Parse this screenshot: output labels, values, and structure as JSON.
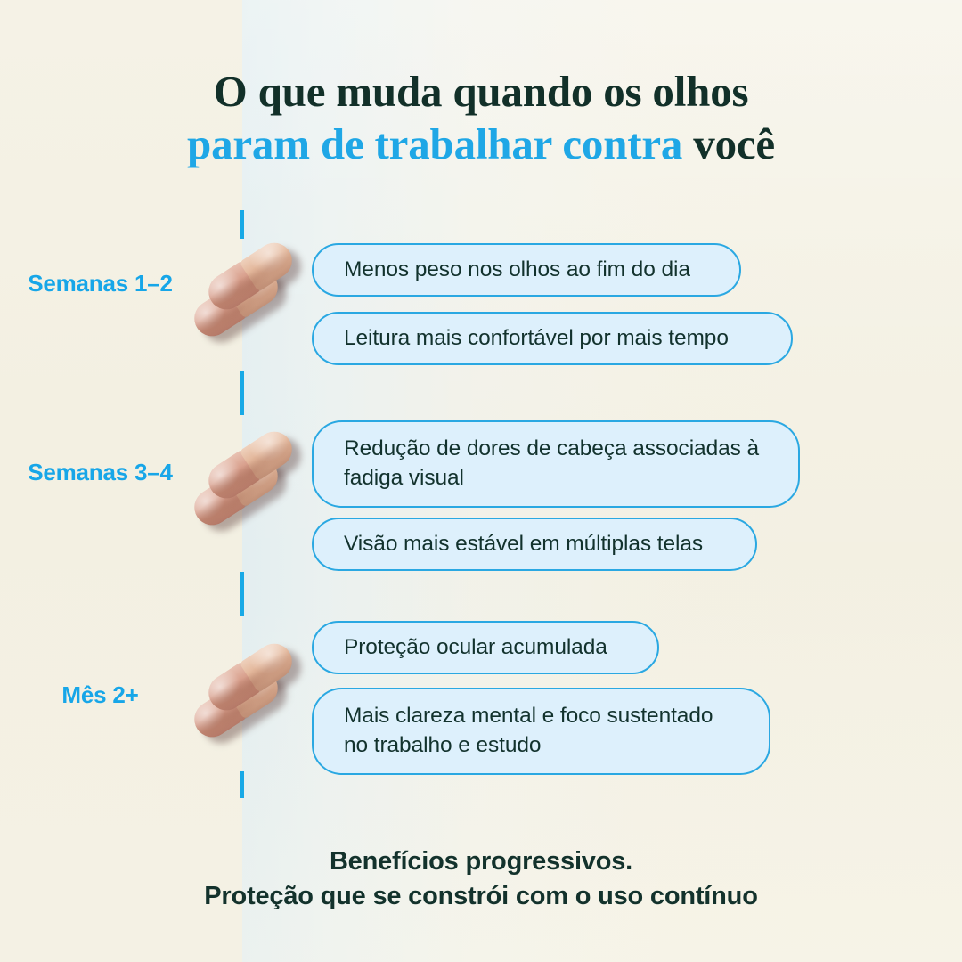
{
  "theme": {
    "background": "#f4f1e3",
    "panel": "#e6eff1",
    "accent_blue": "#19a9e6",
    "chip_fill": "#ddf0fc",
    "chip_border": "#2aa8e2",
    "text_dark": "#12322d",
    "capsule": "#d79e8b"
  },
  "headline": {
    "line1": "O que muda quando os olhos",
    "line2_highlight": "param de trabalhar contra",
    "line2_rest": " você"
  },
  "timeline": {
    "stages": [
      {
        "id": "semanas-1-2",
        "label_line1": "Semanas",
        "label_line2": "1–2",
        "icon": "capsule-pills-icon",
        "benefits": [
          {
            "text": "Menos peso nos olhos ao fim do dia",
            "lines": 1
          },
          {
            "text": "Leitura mais confortável por mais tempo",
            "lines": 1
          }
        ]
      },
      {
        "id": "semanas-3-4",
        "label_line1": "Semanas",
        "label_line2": "3–4",
        "icon": "capsule-pills-icon",
        "benefits": [
          {
            "text": "Redução de dores de cabeça associadas à fadiga visual",
            "lines": 2
          },
          {
            "text": "Visão mais estável em múltiplas telas",
            "lines": 1
          }
        ]
      },
      {
        "id": "mes-2-plus",
        "label_line1": "Mês 2+",
        "label_line2": "",
        "icon": "capsule-pills-icon",
        "benefits": [
          {
            "text": "Proteção ocular acumulada",
            "lines": 1
          },
          {
            "text": "Mais clareza mental e foco sustentado no trabalho e estudo",
            "lines": 2
          }
        ]
      }
    ]
  },
  "footer": {
    "line1": "Benefícios progressivos.",
    "line2": "Proteção que se constrói com o uso contínuo"
  }
}
